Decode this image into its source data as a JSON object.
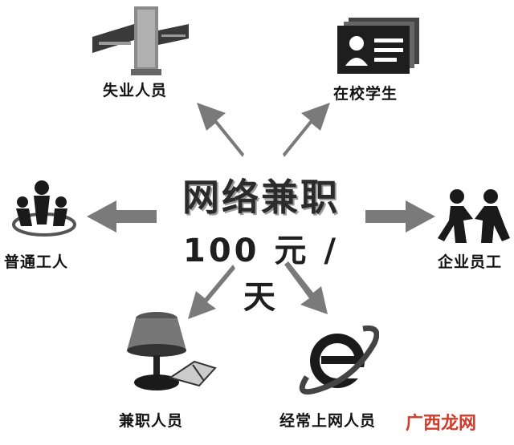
{
  "center": {
    "title": "网络兼职",
    "subtitle": "100 元 / 天"
  },
  "nodes": [
    {
      "id": "unemployed",
      "label": "失业人员",
      "icon": "factory-gate-icon"
    },
    {
      "id": "students",
      "label": "在校学生",
      "icon": "id-card-icon"
    },
    {
      "id": "workers",
      "label": "普通工人",
      "icon": "people-group-icon"
    },
    {
      "id": "employees",
      "label": "企业员工",
      "icon": "handshake-figures-icon"
    },
    {
      "id": "part-timers",
      "label": "兼职人员",
      "icon": "desk-lamp-icon"
    },
    {
      "id": "netizens",
      "label": "经常上网人员",
      "icon": "internet-explorer-icon"
    }
  ],
  "watermark": {
    "text": "广西龙网"
  },
  "colors": {
    "arrow": "#7a7a7a",
    "text": "#111111",
    "watermark": "#d23a2a"
  }
}
